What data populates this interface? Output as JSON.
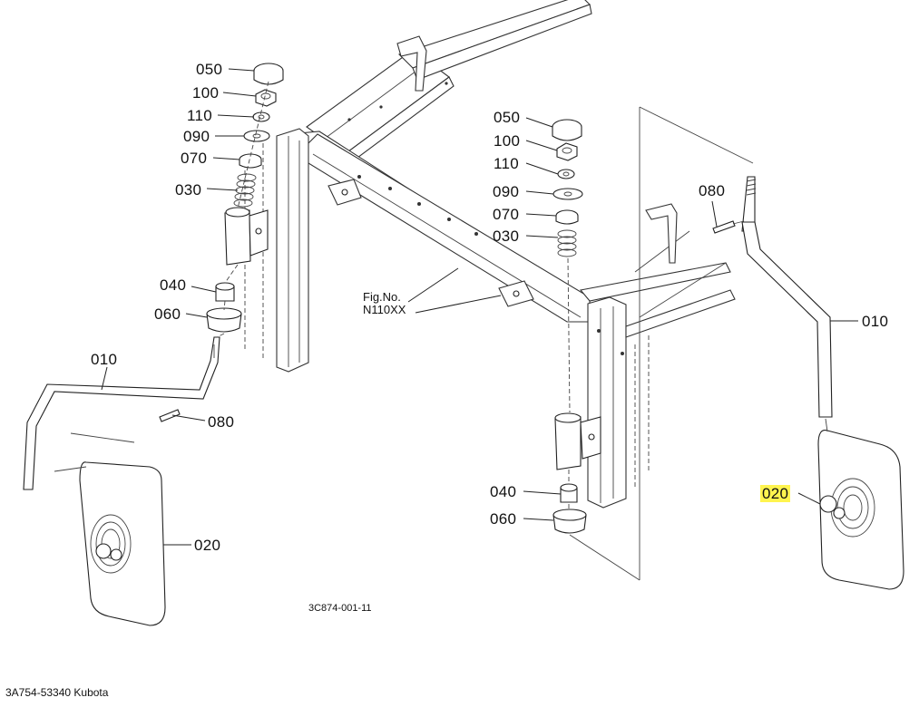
{
  "labels": {
    "left": {
      "p050": "050",
      "p100": "100",
      "p110": "110",
      "p090": "090",
      "p070": "070",
      "p030": "030",
      "p040": "040",
      "p060": "060",
      "p010": "010",
      "p080": "080",
      "p020": "020"
    },
    "center": {
      "p050": "050",
      "p100": "100",
      "p110": "110",
      "p090": "090",
      "p070": "070",
      "p030": "030",
      "p040": "040",
      "p060": "060"
    },
    "right": {
      "p080": "080",
      "p010": "010",
      "p020": "020"
    }
  },
  "fig_ref": {
    "line1": "Fig.No.",
    "line2": "N110XX"
  },
  "drawing_number": "3C874-001-11",
  "footer": "3A754-53340 Kubota",
  "highlight_color": "#fff44f"
}
